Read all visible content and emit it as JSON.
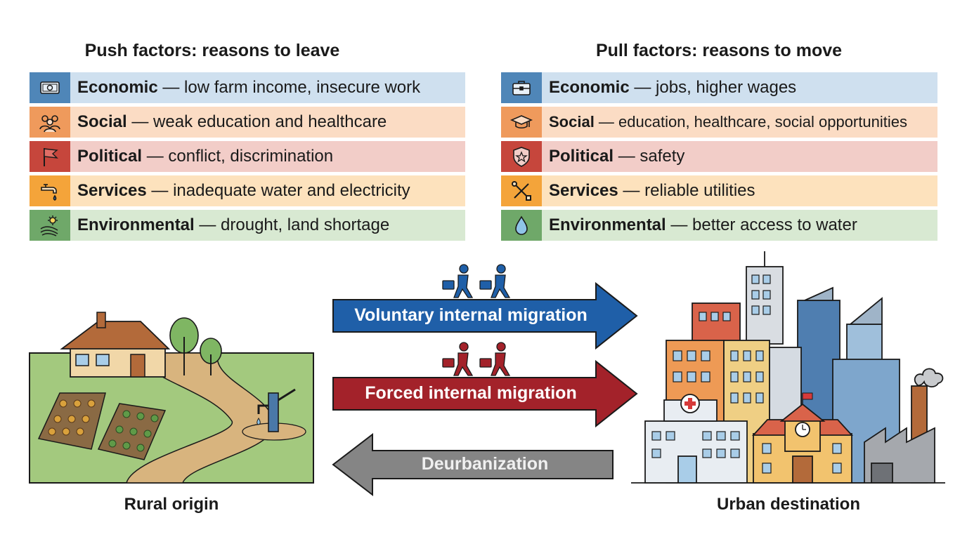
{
  "push": {
    "title": "Push factors: reasons to leave",
    "items": [
      {
        "category": "Economic",
        "text": " — low farm income, insecure work",
        "icon": "money-icon",
        "color": "#4f86b8"
      },
      {
        "category": "Social",
        "text": " — weak education and healthcare",
        "icon": "people-icon",
        "color": "#ef9a5c"
      },
      {
        "category": "Political",
        "text": " — conflict, discrimination",
        "icon": "flag-icon",
        "color": "#c6463c"
      },
      {
        "category": "Services",
        "text": " — inadequate water and electricity",
        "icon": "faucet-icon",
        "color": "#f4a43a"
      },
      {
        "category": "Environmental",
        "text": " — drought, land shortage",
        "icon": "sun-field-icon",
        "color": "#6fa869"
      }
    ]
  },
  "pull": {
    "title": "Pull factors: reasons to move",
    "items": [
      {
        "category": "Economic",
        "text": " — jobs, higher wages",
        "icon": "briefcase-icon",
        "color": "#4f86b8"
      },
      {
        "category": "Social",
        "text": " — education, healthcare, social opportunities",
        "icon": "graduation-cap-icon",
        "color": "#ef9a5c"
      },
      {
        "category": "Political",
        "text": " — safety",
        "icon": "shield-star-icon",
        "color": "#c6463c"
      },
      {
        "category": "Services",
        "text": " — reliable utilities",
        "icon": "tools-icon",
        "color": "#f4a43a"
      },
      {
        "category": "Environmental",
        "text": " — better access to water",
        "icon": "water-drop-icon",
        "color": "#6fa869"
      }
    ]
  },
  "flows": {
    "voluntary": {
      "label": "Voluntary internal migration",
      "color": "#1f5fa8"
    },
    "forced": {
      "label": "Forced internal migration",
      "color": "#a3222a"
    },
    "deurbanization": {
      "label": "Deurbanization",
      "color": "#858585"
    }
  },
  "places": {
    "origin": "Rural origin",
    "destination": "Urban destination"
  }
}
